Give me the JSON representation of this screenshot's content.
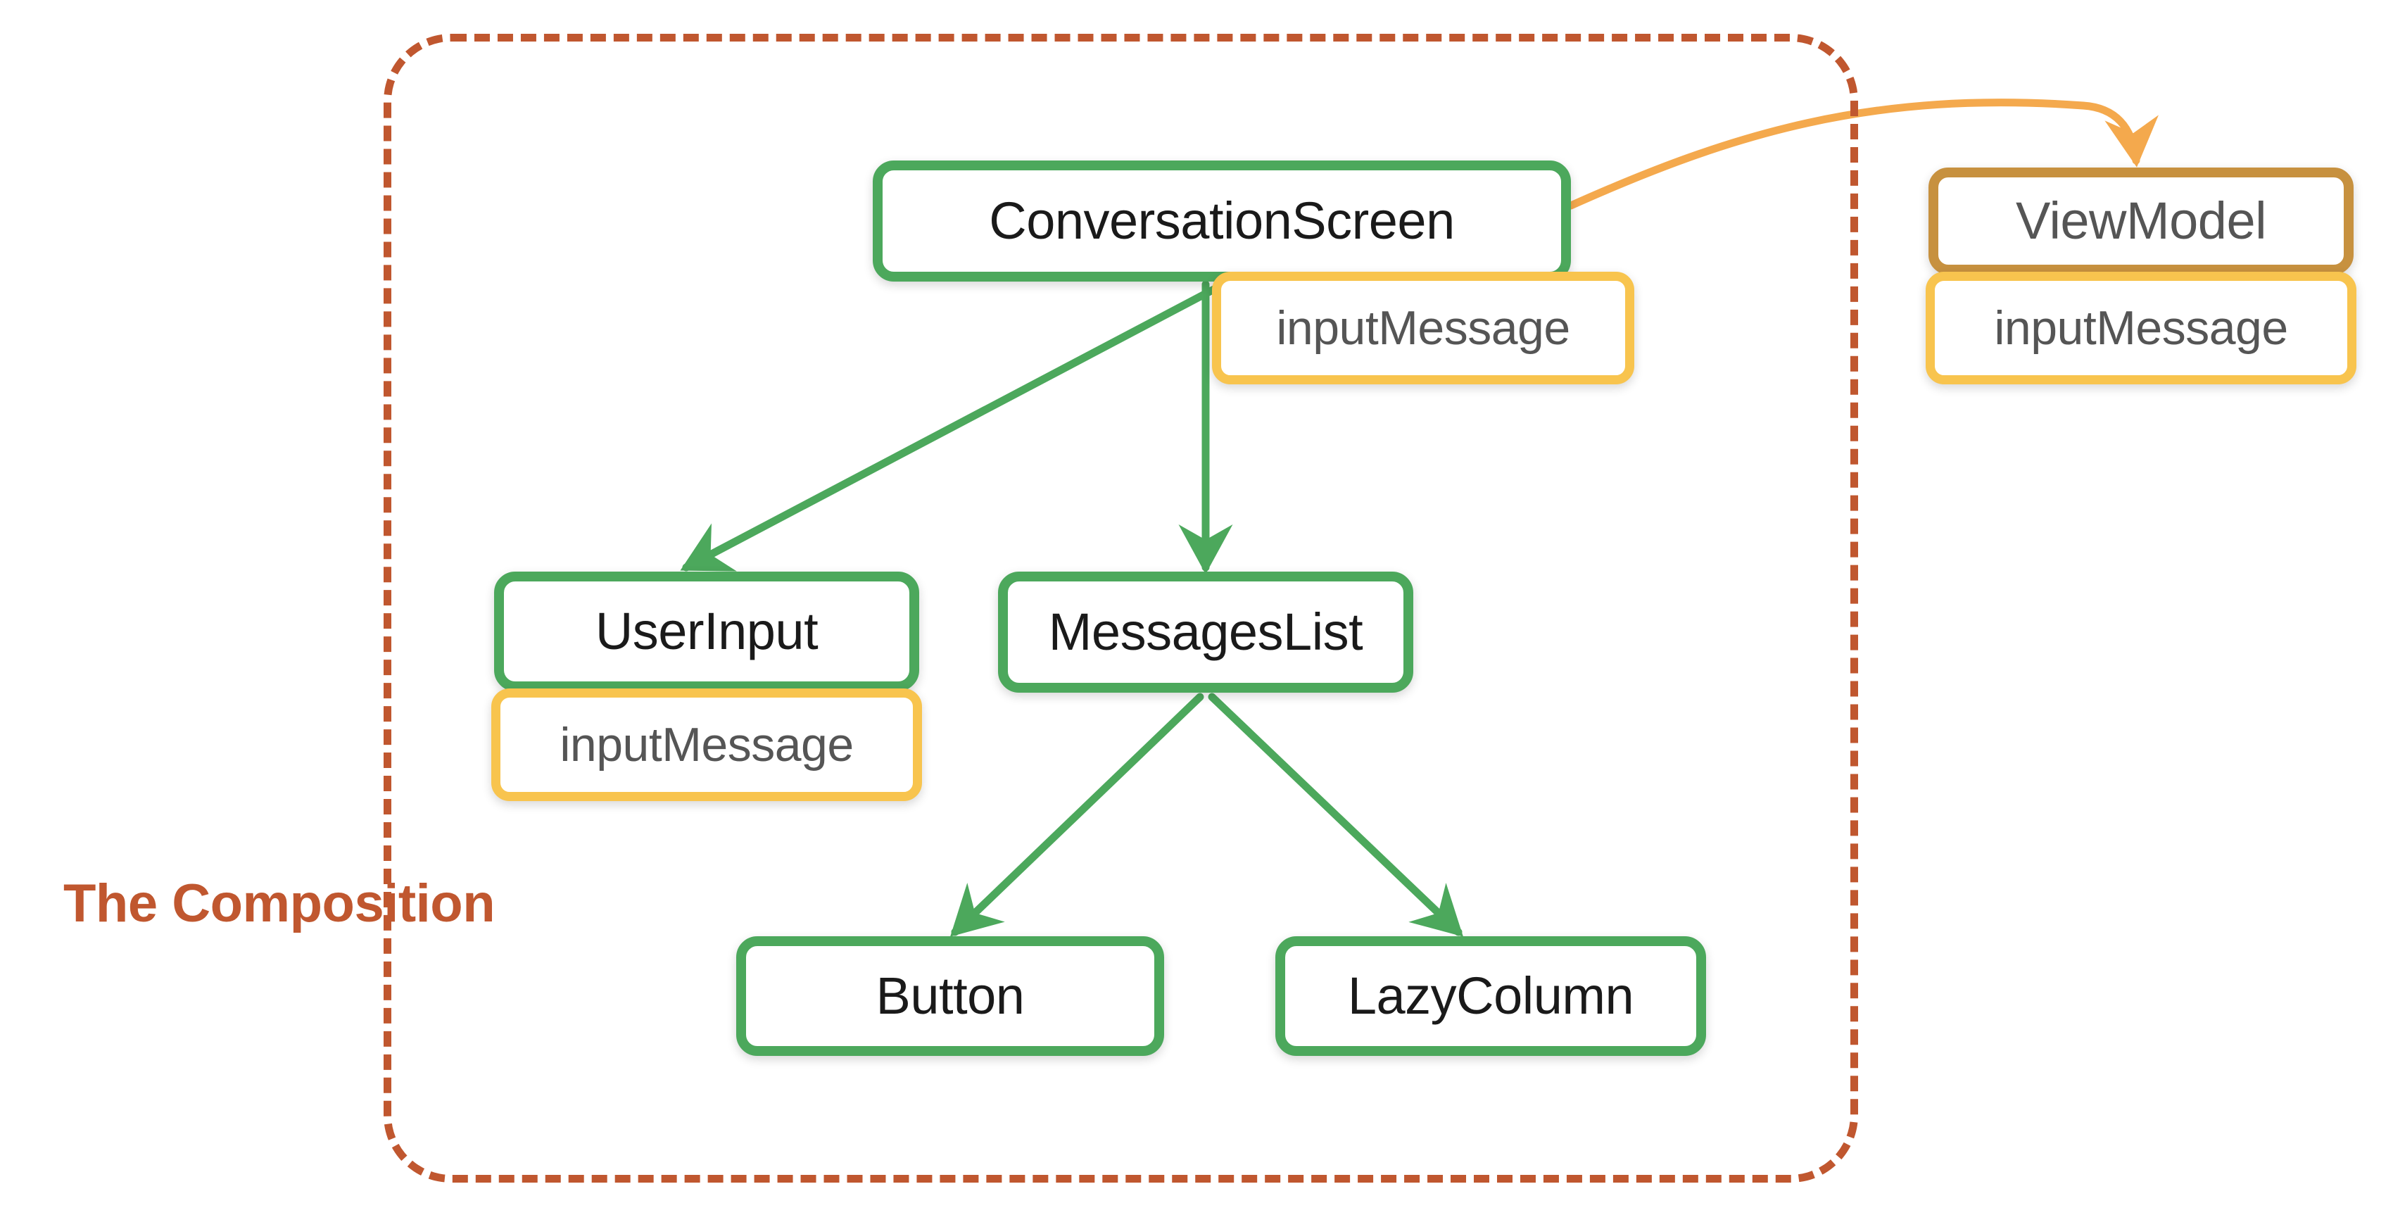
{
  "diagram": {
    "title": "The Composition",
    "boundary_label": "The Composition",
    "colors": {
      "composable_border": "#4CA85C",
      "state_border": "#F8C44E",
      "viewmodel_border": "#C7913F",
      "boundary_dashed": "#C0572F",
      "state_arrow": "#F4A94D",
      "tree_arrow": "#4CA85C",
      "node_text_dark": "#1a1a1a",
      "state_text": "#555555",
      "background": "#ffffff"
    }
  },
  "nodes": {
    "conversation_screen": {
      "label": "ConversationScreen",
      "kind": "composable"
    },
    "conversation_screen_state": {
      "label": "inputMessage",
      "kind": "state"
    },
    "user_input": {
      "label": "UserInput",
      "kind": "composable"
    },
    "user_input_state": {
      "label": "inputMessage",
      "kind": "state"
    },
    "messages_list": {
      "label": "MessagesList",
      "kind": "composable"
    },
    "button": {
      "label": "Button",
      "kind": "composable"
    },
    "lazy_column": {
      "label": "LazyColumn",
      "kind": "composable"
    },
    "view_model": {
      "label": "ViewModel",
      "kind": "viewmodel"
    },
    "view_model_state": {
      "label": "inputMessage",
      "kind": "state"
    }
  },
  "edges": [
    {
      "from": "conversation_screen",
      "to": "user_input",
      "color": "#4CA85C",
      "style": "straight"
    },
    {
      "from": "conversation_screen",
      "to": "messages_list",
      "color": "#4CA85C",
      "style": "straight"
    },
    {
      "from": "messages_list",
      "to": "button",
      "color": "#4CA85C",
      "style": "straight"
    },
    {
      "from": "messages_list",
      "to": "lazy_column",
      "color": "#4CA85C",
      "style": "straight"
    },
    {
      "from": "conversation_screen",
      "to": "view_model",
      "color": "#F4A94D",
      "style": "curved"
    }
  ]
}
